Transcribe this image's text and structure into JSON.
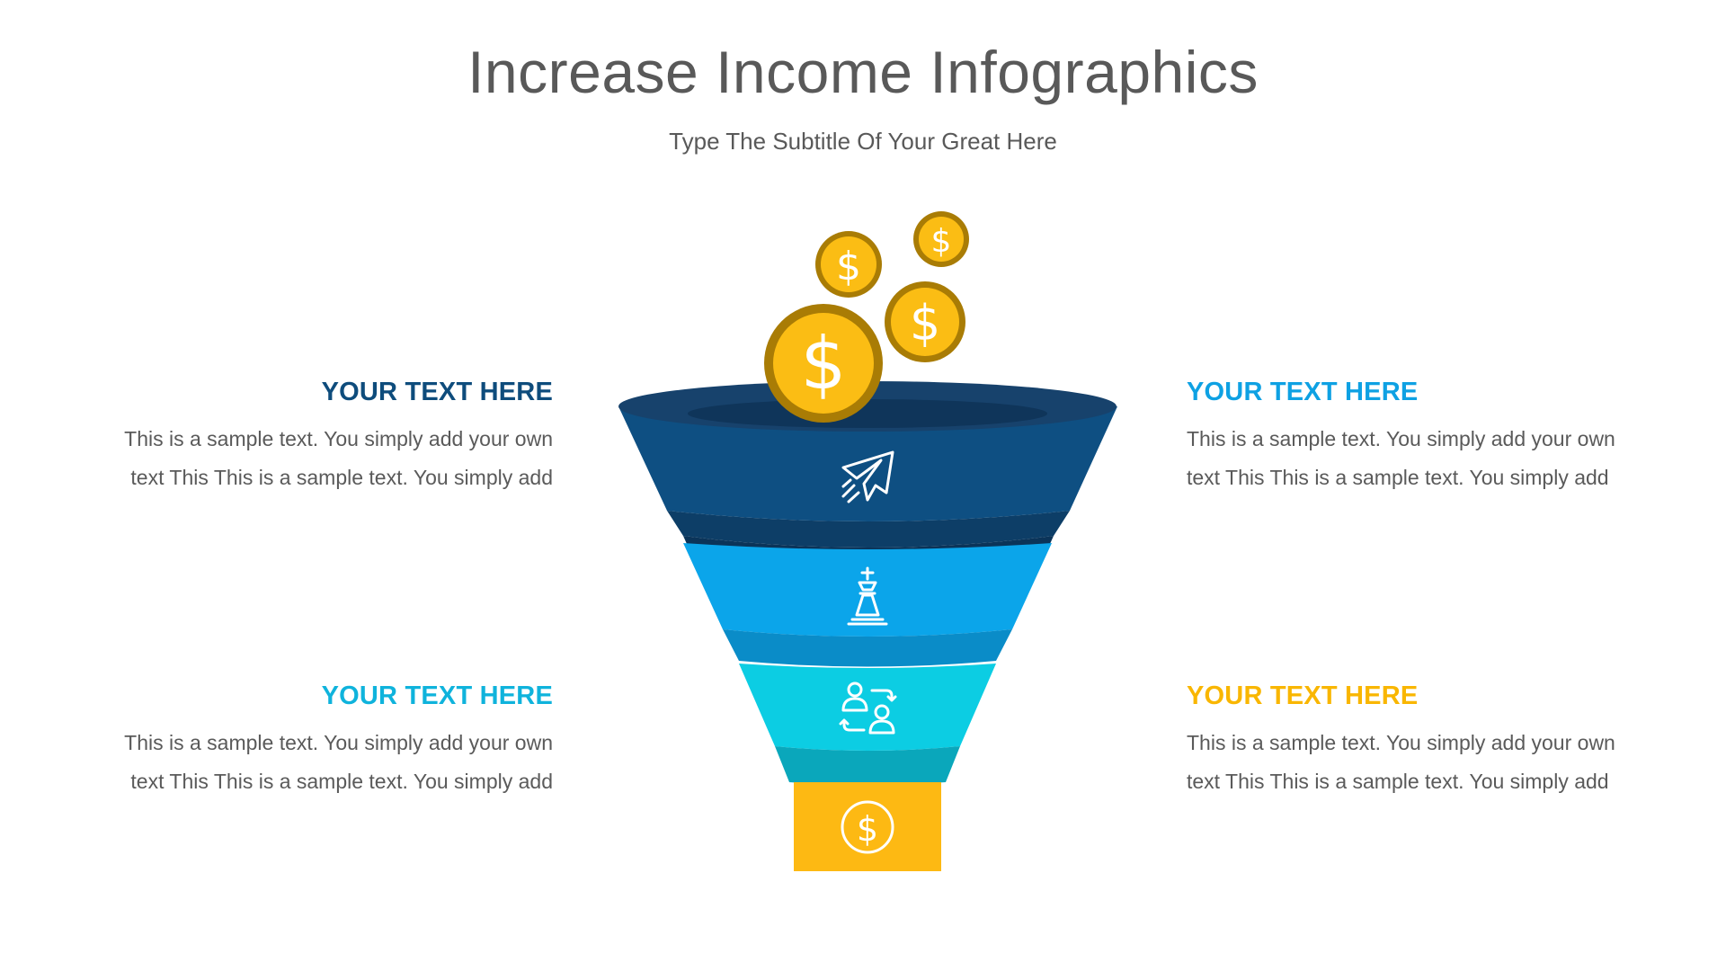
{
  "title": "Increase Income Infographics",
  "subtitle": "Type The Subtitle Of Your Great Here",
  "blocks": [
    {
      "heading": "YOUR TEXT HERE",
      "line1": "This is a sample text. You simply add your own",
      "line2": "text This This is a sample text. You simply add",
      "color": "#0e4c7c"
    },
    {
      "heading": "YOUR TEXT HERE",
      "line1": "This is a sample text. You simply add your own",
      "line2": "text This This is a sample text. You simply add",
      "color": "#0fb3dc"
    },
    {
      "heading": "YOUR TEXT HERE",
      "line1": "This is a sample text. You simply add your own",
      "line2": "text This This is a sample text. You simply add",
      "color": "#0ea1e3"
    },
    {
      "heading": "YOUR TEXT HERE",
      "line1": "This is a sample text. You simply add your own",
      "line2": "text This This is a sample text. You simply add",
      "color": "#f9b600"
    }
  ],
  "funnel": {
    "stages": [
      {
        "icon": "paper-plane-icon",
        "color": "#0e4f82"
      },
      {
        "icon": "chess-king-icon",
        "color": "#0ba5ea"
      },
      {
        "icon": "people-exchange-icon",
        "color": "#0ccde3"
      },
      {
        "icon": "dollar-circle-icon",
        "color": "#fdb913"
      }
    ],
    "coin_icon": "dollar-coin-icon",
    "coin_color": "#fbbd14",
    "coin_rim_color": "#a97c05"
  }
}
